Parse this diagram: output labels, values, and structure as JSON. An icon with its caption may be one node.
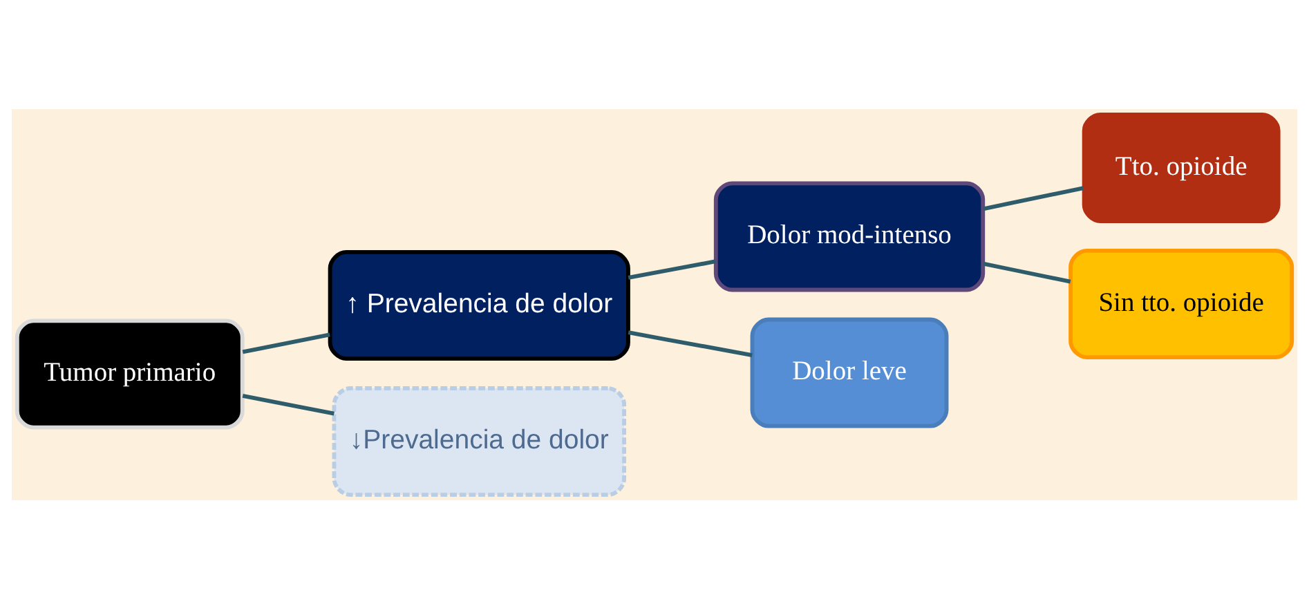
{
  "diagram": {
    "nodes": [
      {
        "text": [
          "Tumor primario"
        ]
      },
      {
        "text": [
          "↑ Prevalencia de dolor"
        ]
      },
      {
        "text": [
          "↓Prevalencia de dolor"
        ]
      },
      {
        "text": [
          "Dolor mod-intenso"
        ]
      },
      {
        "text": [
          "Dolor leve"
        ]
      },
      {
        "text": [
          "Tto. opioide"
        ]
      },
      {
        "text": [
          "Sin tto. opioide"
        ]
      }
    ],
    "edges": [
      {
        "from": 0,
        "to": 1,
        "arrow": "none"
      },
      {
        "from": 0,
        "to": 2,
        "arrow": "none"
      },
      {
        "from": 1,
        "to": 3,
        "arrow": "none"
      },
      {
        "from": 1,
        "to": 4,
        "arrow": "none"
      },
      {
        "from": 3,
        "to": 5,
        "arrow": "none"
      },
      {
        "from": 3,
        "to": 6,
        "arrow": "none"
      }
    ]
  }
}
